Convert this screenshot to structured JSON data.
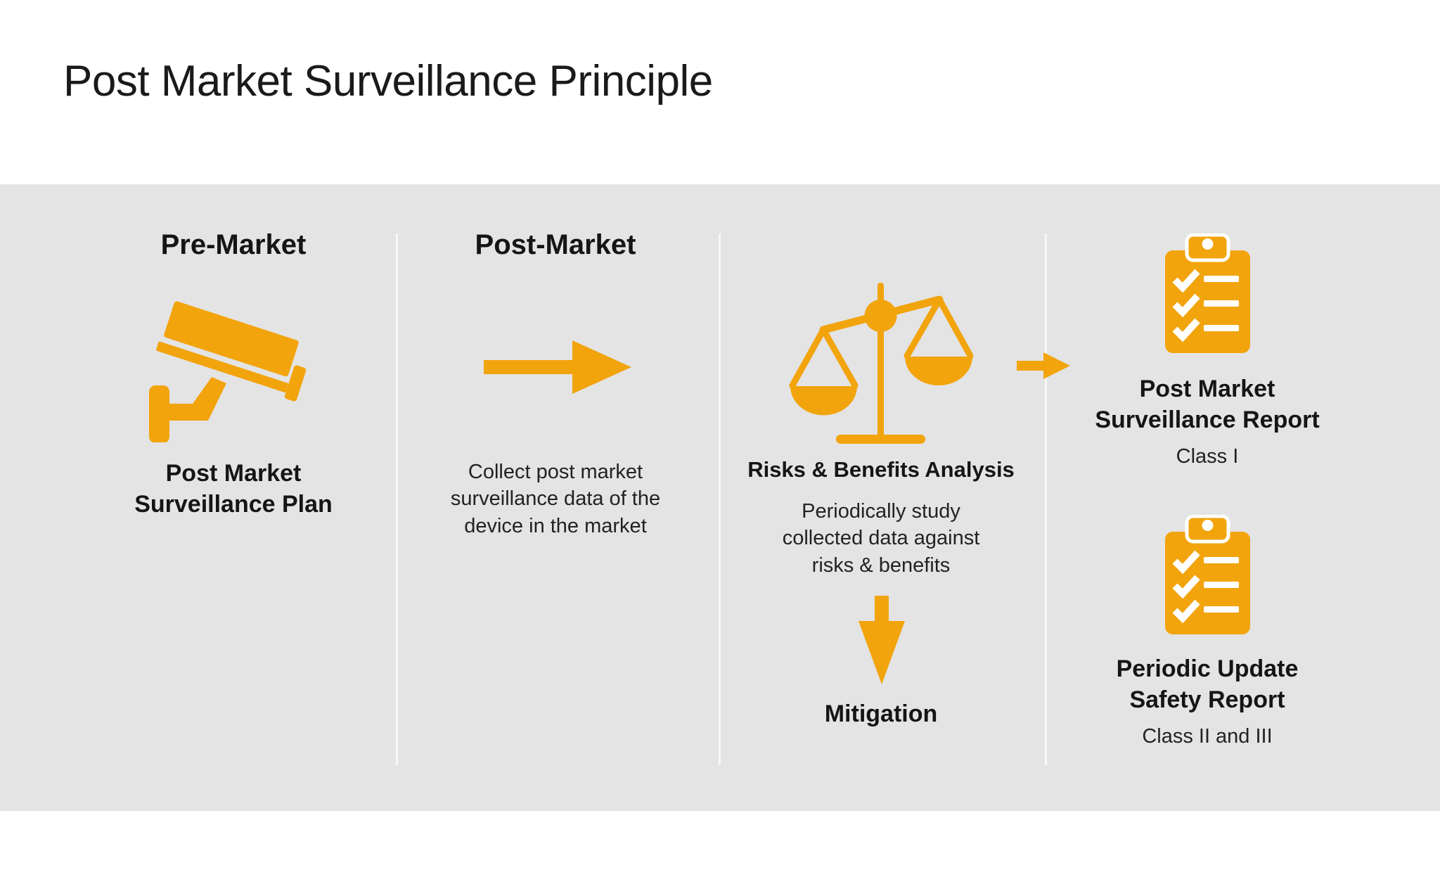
{
  "slide": {
    "title": "Post Market Surveillance Principle"
  },
  "colors": {
    "accent_orange": "#F2A40D",
    "band_background": "#E4E4E4",
    "divider": "#F7F7F7",
    "text": "#1C1C1C"
  },
  "phases": {
    "pre_market": {
      "heading": "Pre-Market",
      "icon": "cctv-camera-icon",
      "label": "Post Market Surveillance Plan"
    },
    "post_market": {
      "heading": "Post-Market",
      "icon": "arrow-right-icon",
      "description": "Collect post market surveillance data of the device in the market"
    },
    "analysis": {
      "icon": "balance-scale-icon",
      "heading": "Risks & Benefits Analysis",
      "description": "Periodically study collected data against risks & benefits",
      "down_icon": "arrow-down-icon",
      "outcome_label": "Mitigation"
    },
    "reports": {
      "connector_icon": "arrow-right-small-icon",
      "items": [
        {
          "icon": "clipboard-checklist-icon",
          "title": "Post Market Surveillance Report",
          "class_label": "Class I"
        },
        {
          "icon": "clipboard-checklist-icon",
          "title": "Periodic Update Safety Report",
          "class_label": "Class II and III"
        }
      ]
    }
  }
}
